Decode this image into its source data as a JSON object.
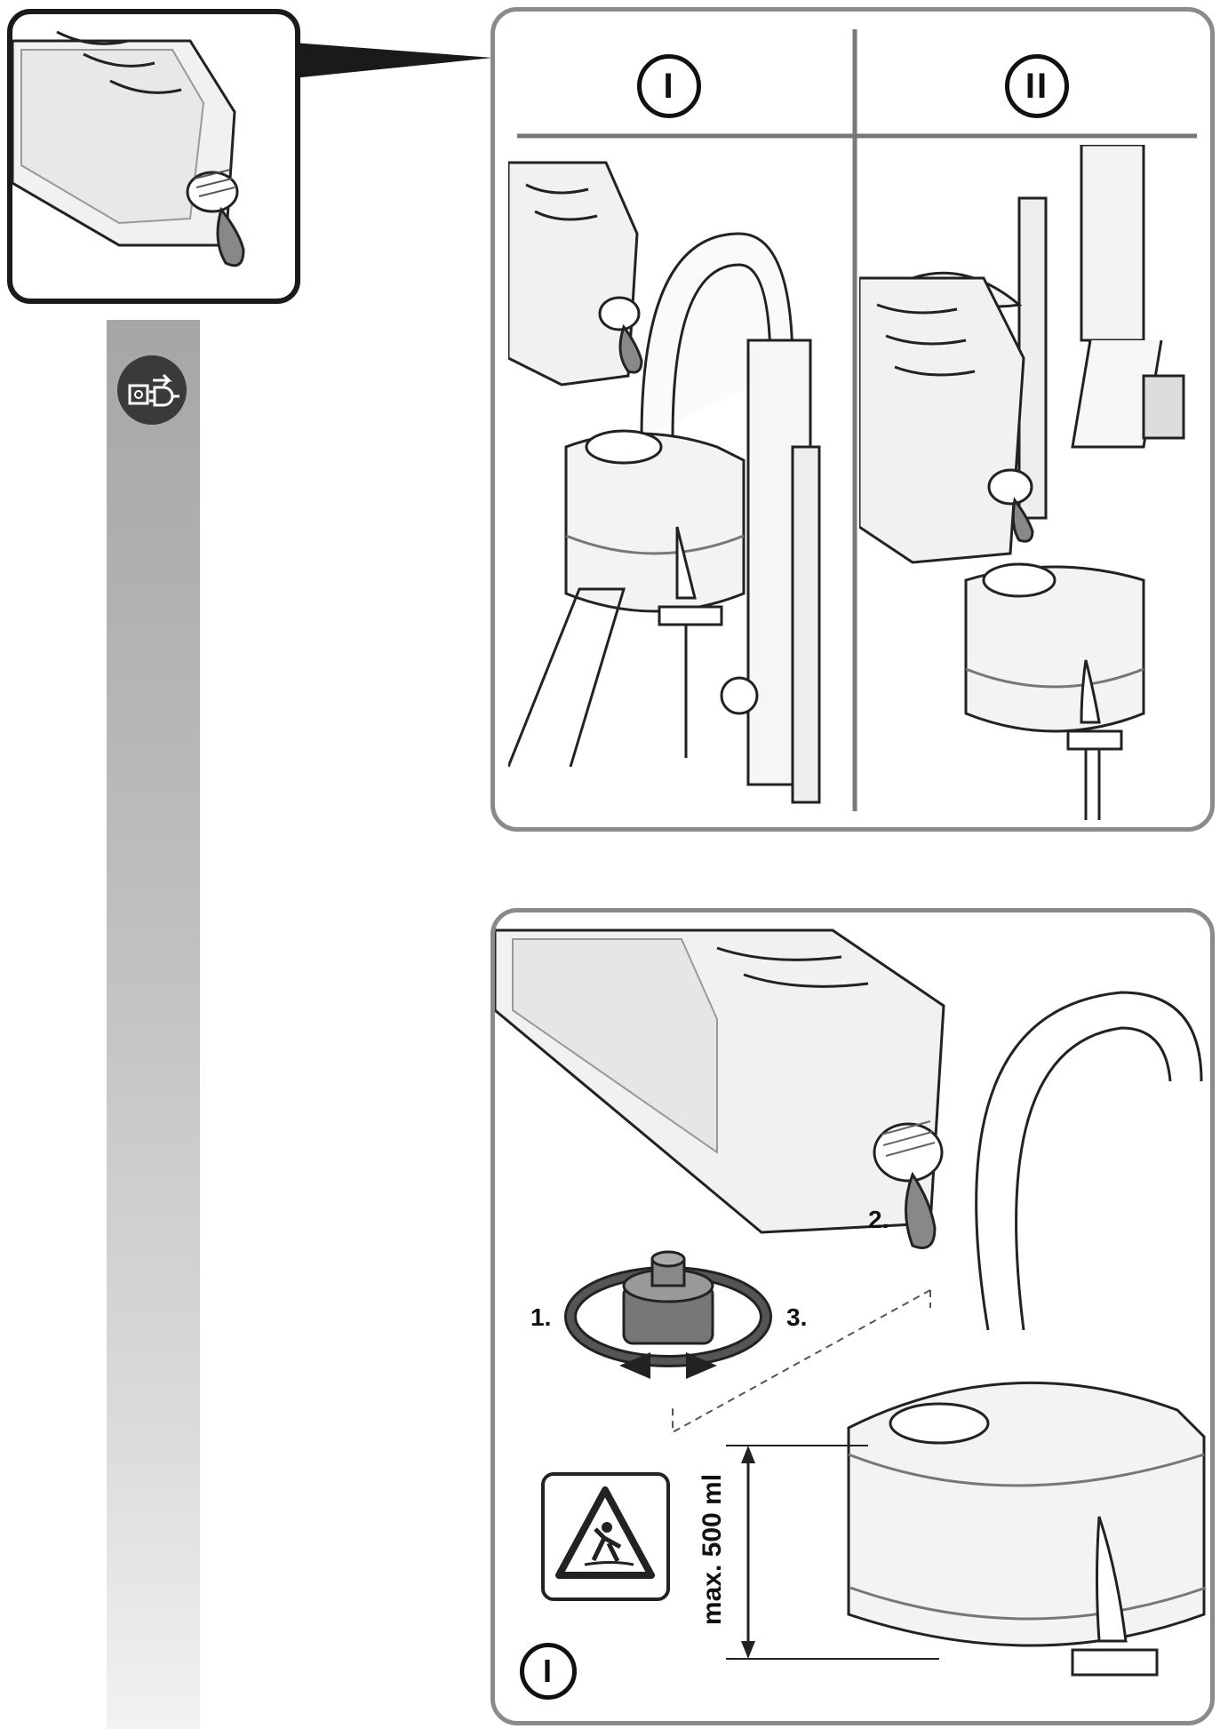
{
  "top_panel": {
    "step_i": "I",
    "step_ii": "II"
  },
  "bottom_panel": {
    "step_1": "1.",
    "step_2": "2.",
    "step_3": "3.",
    "max_volume": "max. 500 ml",
    "step_i": "I"
  },
  "icons": {
    "unplug": "unplug-power-icon",
    "warning": "slippery-floor-warning-icon",
    "rotate": "rotate-cap-icon"
  },
  "colors": {
    "panel_border": "#8a8a8a",
    "inset_border": "#1a1a1a",
    "sidebar_top": "#a6a6a6",
    "sidebar_bottom": "#f2f2f2"
  }
}
